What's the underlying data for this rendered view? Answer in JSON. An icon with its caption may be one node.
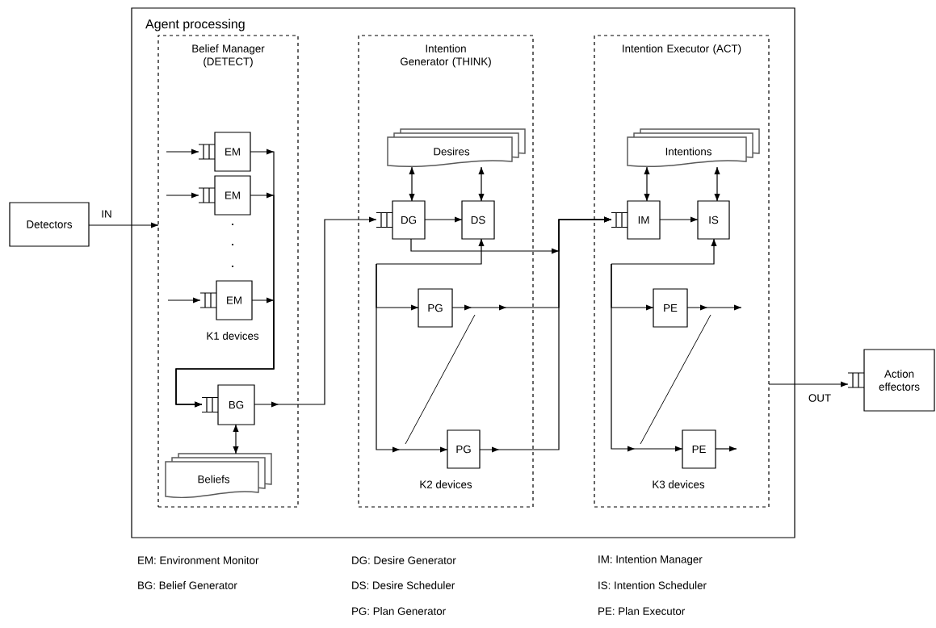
{
  "diagram": {
    "nodes": [
      {
        "text": [
          "Agent processing"
        ]
      },
      {
        "text": [
          "Belief Manager (DETECT)"
        ],
        "in": 0
      },
      {
        "text": [
          "EM"
        ],
        "in": 1
      },
      {
        "text": [
          "EM"
        ],
        "in": 1
      },
      {
        "text": [
          "EM"
        ],
        "in": 1
      },
      {
        "text": [
          "BG"
        ],
        "in": 1
      },
      {
        "text": [
          "Beliefs"
        ],
        "in": 1
      },
      {
        "text": [
          "Intention Generator (THINK)"
        ],
        "in": 0
      },
      {
        "text": [
          "Desires"
        ],
        "in": 7
      },
      {
        "text": [
          "DG"
        ],
        "in": 7
      },
      {
        "text": [
          "DS"
        ],
        "in": 7
      },
      {
        "text": [
          "PG"
        ],
        "in": 7
      },
      {
        "text": [
          "PG"
        ],
        "in": 7
      },
      {
        "text": [
          "Intention Executor (ACT)"
        ],
        "in": 0
      },
      {
        "text": [
          "Intentions"
        ],
        "in": 13
      },
      {
        "text": [
          "IM"
        ],
        "in": 13
      },
      {
        "text": [
          "IS"
        ],
        "in": 13
      },
      {
        "text": [
          "PE"
        ],
        "in": 13
      },
      {
        "text": [
          "PE"
        ],
        "in": 13
      },
      {
        "text": [
          "Detectors"
        ]
      },
      {
        "text": [
          "Action effectors"
        ]
      }
    ],
    "edges": [
      {
        "from": 19,
        "to": 1,
        "arrow": "to",
        "label": "IN"
      },
      {
        "from": null,
        "to": 2,
        "arrow": "to"
      },
      {
        "from": null,
        "to": 3,
        "arrow": "to"
      },
      {
        "from": null,
        "to": 4,
        "arrow": "to"
      },
      {
        "from": 2,
        "to": 5,
        "arrow": "to"
      },
      {
        "from": 3,
        "to": 5,
        "arrow": "to"
      },
      {
        "from": 4,
        "to": 5,
        "arrow": "to"
      },
      {
        "from": 5,
        "to": 6,
        "arrow": "both"
      },
      {
        "from": 5,
        "to": 9,
        "arrow": "to"
      },
      {
        "from": 8,
        "to": 9,
        "arrow": "both"
      },
      {
        "from": 8,
        "to": 10,
        "arrow": "both"
      },
      {
        "from": 9,
        "to": 10,
        "arrow": "to"
      },
      {
        "from": null,
        "to": 10,
        "arrow": "to"
      },
      {
        "from": null,
        "to": 11,
        "arrow": "to"
      },
      {
        "from": null,
        "to": 12,
        "arrow": "to"
      },
      {
        "from": 9,
        "to": 15,
        "arrow": "to"
      },
      {
        "from": 11,
        "to": 15,
        "arrow": "to"
      },
      {
        "from": 12,
        "to": 15,
        "arrow": "to"
      },
      {
        "from": 14,
        "to": 15,
        "arrow": "both"
      },
      {
        "from": 14,
        "to": 16,
        "arrow": "both"
      },
      {
        "from": 15,
        "to": 16,
        "arrow": "to"
      },
      {
        "from": null,
        "to": 16,
        "arrow": "to"
      },
      {
        "from": null,
        "to": 17,
        "arrow": "to"
      },
      {
        "from": null,
        "to": 18,
        "arrow": "to"
      },
      {
        "from": 17,
        "to": null,
        "arrow": "to"
      },
      {
        "from": 18,
        "to": null,
        "arrow": "to"
      },
      {
        "from": 13,
        "to": 20,
        "arrow": "to",
        "label": "OUT"
      }
    ],
    "labels": [
      "K1 devices",
      "K2 devices",
      "K3 devices",
      "EM: Environment Monitor",
      "DG: Desire Generator",
      "IM: Intention Manager",
      "BG: Belief Generator",
      "DS: Desire Scheduler",
      "IS: Intention Scheduler",
      "PG: Plan Generator",
      "PE: Plan Executor"
    ]
  }
}
